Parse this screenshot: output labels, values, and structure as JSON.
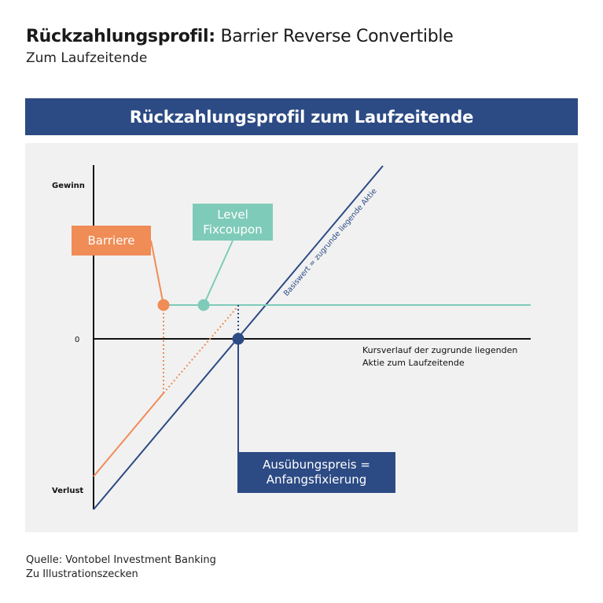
{
  "header": {
    "title_bold": "Rückzahlungsprofil:",
    "title_rest": " Barrier Reverse Convertible",
    "subtitle": "Zum Laufzeitende"
  },
  "banner": {
    "label": "Rückzahlungsprofil zum Laufzeitende"
  },
  "axis": {
    "gain_label": "Gewinn",
    "zero_label": "0",
    "loss_label": "Verlust",
    "x_label_line1": "Kursverlauf der zugrunde liegenden",
    "x_label_line2": "Aktie zum Laufzeitende"
  },
  "labels": {
    "diagonal": "Basiswert  = zugrunde liegende Aktie",
    "barriere": "Barriere",
    "level_line1": "Level",
    "level_line2": "Fixcoupon",
    "strike_line1": "Ausübungspreis =",
    "strike_line2": "Anfangsfixierung"
  },
  "colors": {
    "navy": "#2c4a84",
    "orange": "#f08c56",
    "teal": "#7fcbb9",
    "panel": "#f1f1f1"
  },
  "footer": {
    "source": "Quelle: Vontobel Investment Banking",
    "note": "Zu Illustrationszecken"
  }
}
